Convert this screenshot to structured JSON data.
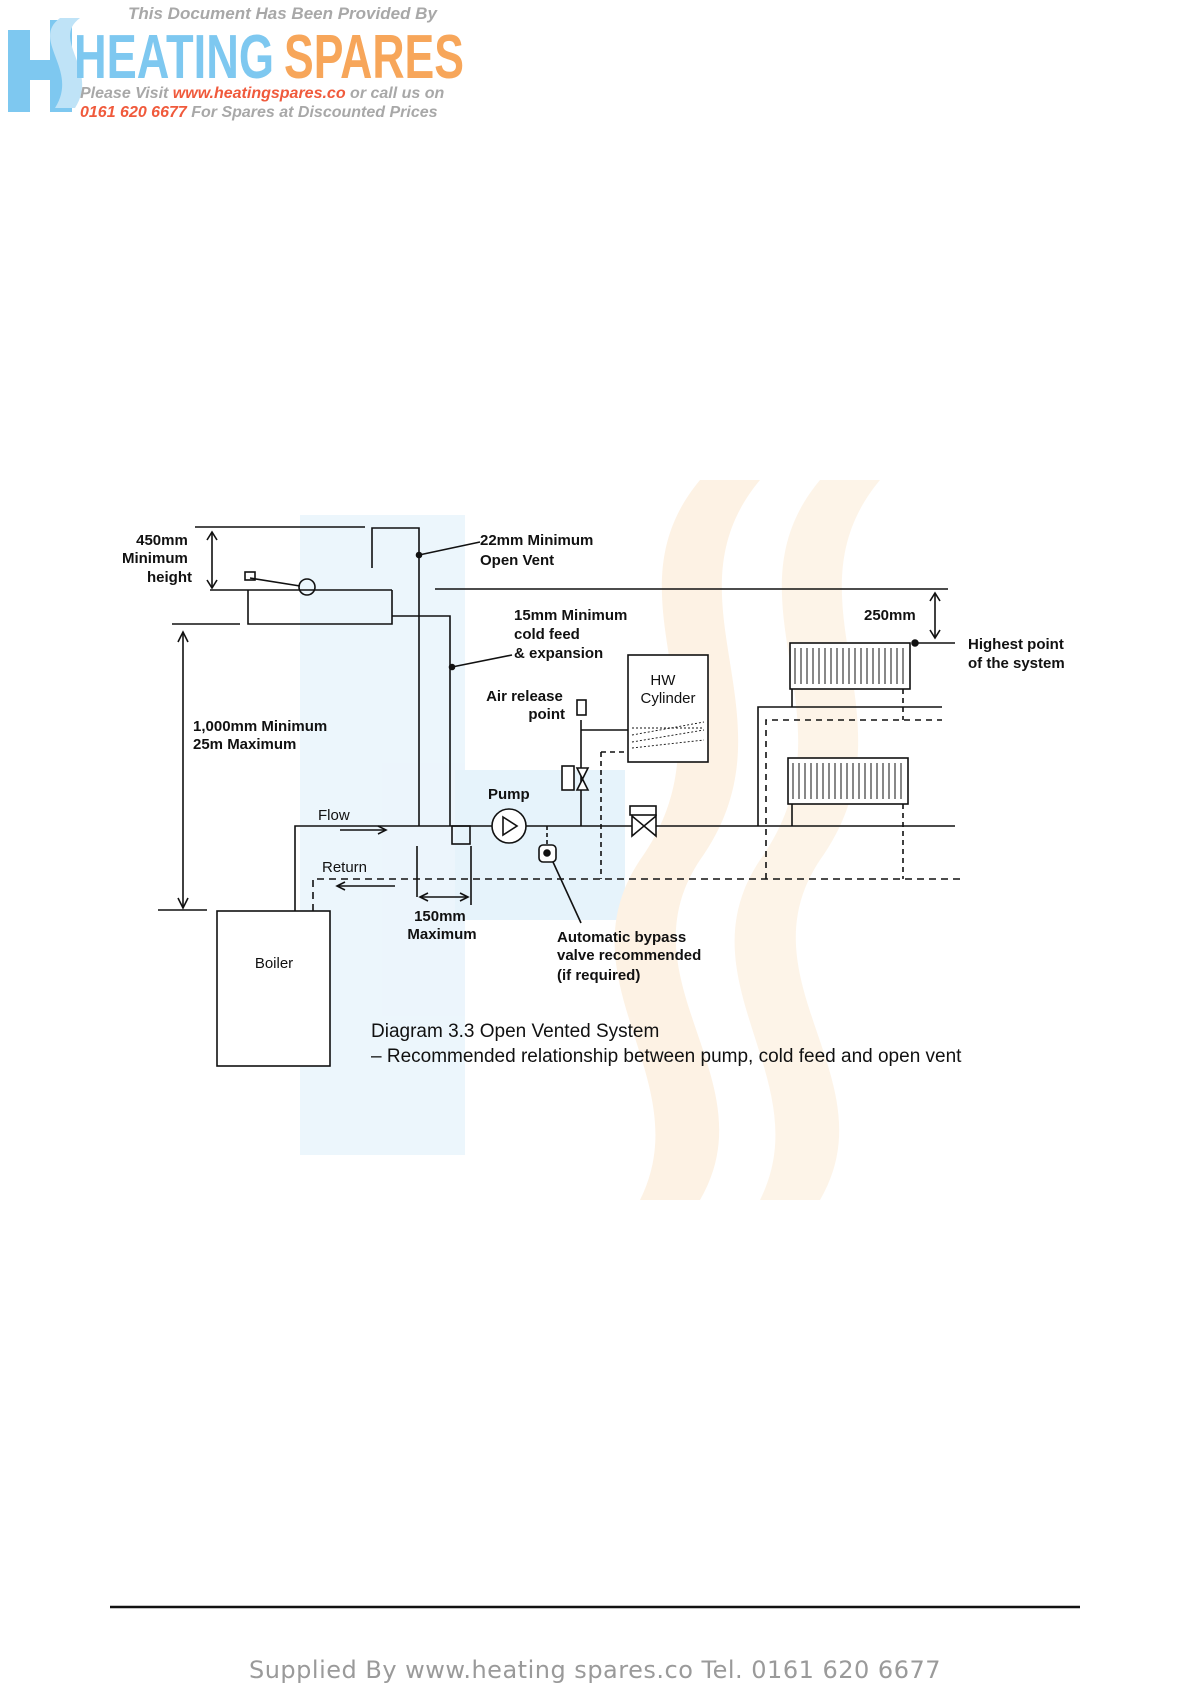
{
  "header_logo": {
    "top_line": "This Document Has Been Provided By",
    "brand_word_1": "HEATING",
    "brand_word_2": "SPARES",
    "line1_prefix": "Please Visit ",
    "line1_url": "www.heatingspares.co",
    "line1_suffix": " or call us on",
    "line2_phone": "0161 620 6677",
    "line2_suffix": " For Spares at Discounted Prices"
  },
  "diagram": {
    "labels": {
      "height_450": [
        "450mm",
        "Minimum",
        "height"
      ],
      "vent_22mm": [
        "22mm Minimum",
        "Open Vent"
      ],
      "cold_feed": [
        "15mm Minimum",
        "cold feed",
        "& expansion"
      ],
      "clearance_250": "250mm",
      "highest_point": [
        "Highest point",
        "of the system"
      ],
      "hw_cylinder": [
        "HW",
        "Cylinder"
      ],
      "air_release": [
        "Air release",
        "point"
      ],
      "height_1000": [
        "1,000mm Minimum",
        "25m Maximum"
      ],
      "pump": "Pump",
      "flow": "Flow",
      "return": "Return",
      "max_150": [
        "150mm",
        "Maximum"
      ],
      "bypass": [
        "Automatic bypass",
        "valve recommended",
        "(if required)"
      ],
      "boiler": "Boiler"
    },
    "caption": {
      "title": "Diagram 3.3   Open Vented System",
      "subtitle": "– Recommended relationship between pump, cold feed and open vent"
    }
  },
  "footer": {
    "text": "Supplied By www.heating spares.co  Tel. 0161 620 6677"
  },
  "colors": {
    "logo_blue": "#7ec8f0",
    "logo_orange": "#f7a65a",
    "logo_red_text": "#f05a3c",
    "watermark_blue": "#dceefa",
    "watermark_orange": "#fdeed8",
    "line": "#111111"
  }
}
